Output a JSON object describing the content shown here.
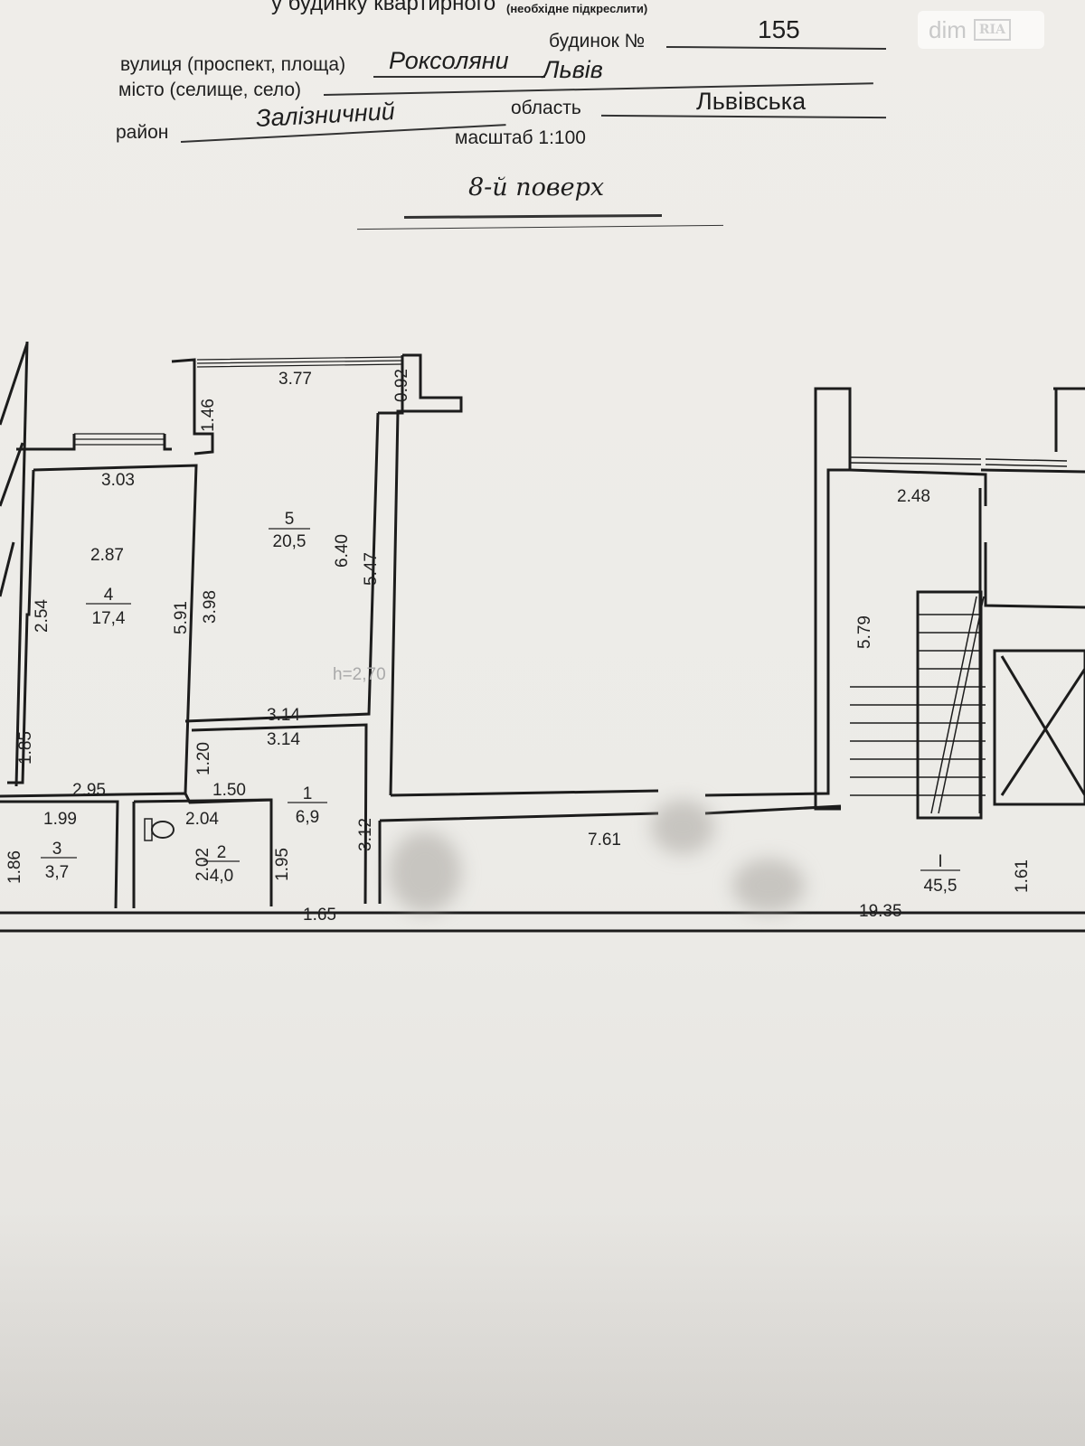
{
  "header": {
    "top_line": "у будинку квартирного",
    "top_note": "(необхідне підкреслити)",
    "street_label": "вулиця (проспект, площа)",
    "street_value": "Роксоляни",
    "house_label": "будинок №",
    "house_value": "155",
    "city_label": "місто (селище, село)",
    "city_value": "Львів",
    "district_label": "район",
    "district_value": "Залізничний",
    "region_label": "область",
    "region_value": "Львівська",
    "scale": "масштаб 1:100",
    "floor": "8-й поверх"
  },
  "watermark": {
    "brand": "dim",
    "logo": "RIA"
  },
  "plan": {
    "ceiling_height": "h=2,70",
    "rooms": [
      {
        "number": "1",
        "area": "6,9"
      },
      {
        "number": "2",
        "area": "4,0"
      },
      {
        "number": "3",
        "area": "3,7"
      },
      {
        "number": "4",
        "area": "17,4"
      },
      {
        "number": "5",
        "area": "20,5"
      },
      {
        "number": "I",
        "area": "45,5"
      }
    ],
    "dimensions": [
      "3.77",
      "0.92",
      "1.46",
      "3.03",
      "2.87",
      "2.54",
      "5.91",
      "3.98",
      "6.40",
      "5.47",
      "3.14",
      "3.14",
      "1.85",
      "1.20",
      "2.95",
      "1.50",
      "1.99",
      "2.04",
      "1.86",
      "2.02",
      "1.95",
      "3.12",
      "1.65",
      "7.61",
      "19.35",
      "2.48",
      "5.79",
      "1.61"
    ]
  }
}
